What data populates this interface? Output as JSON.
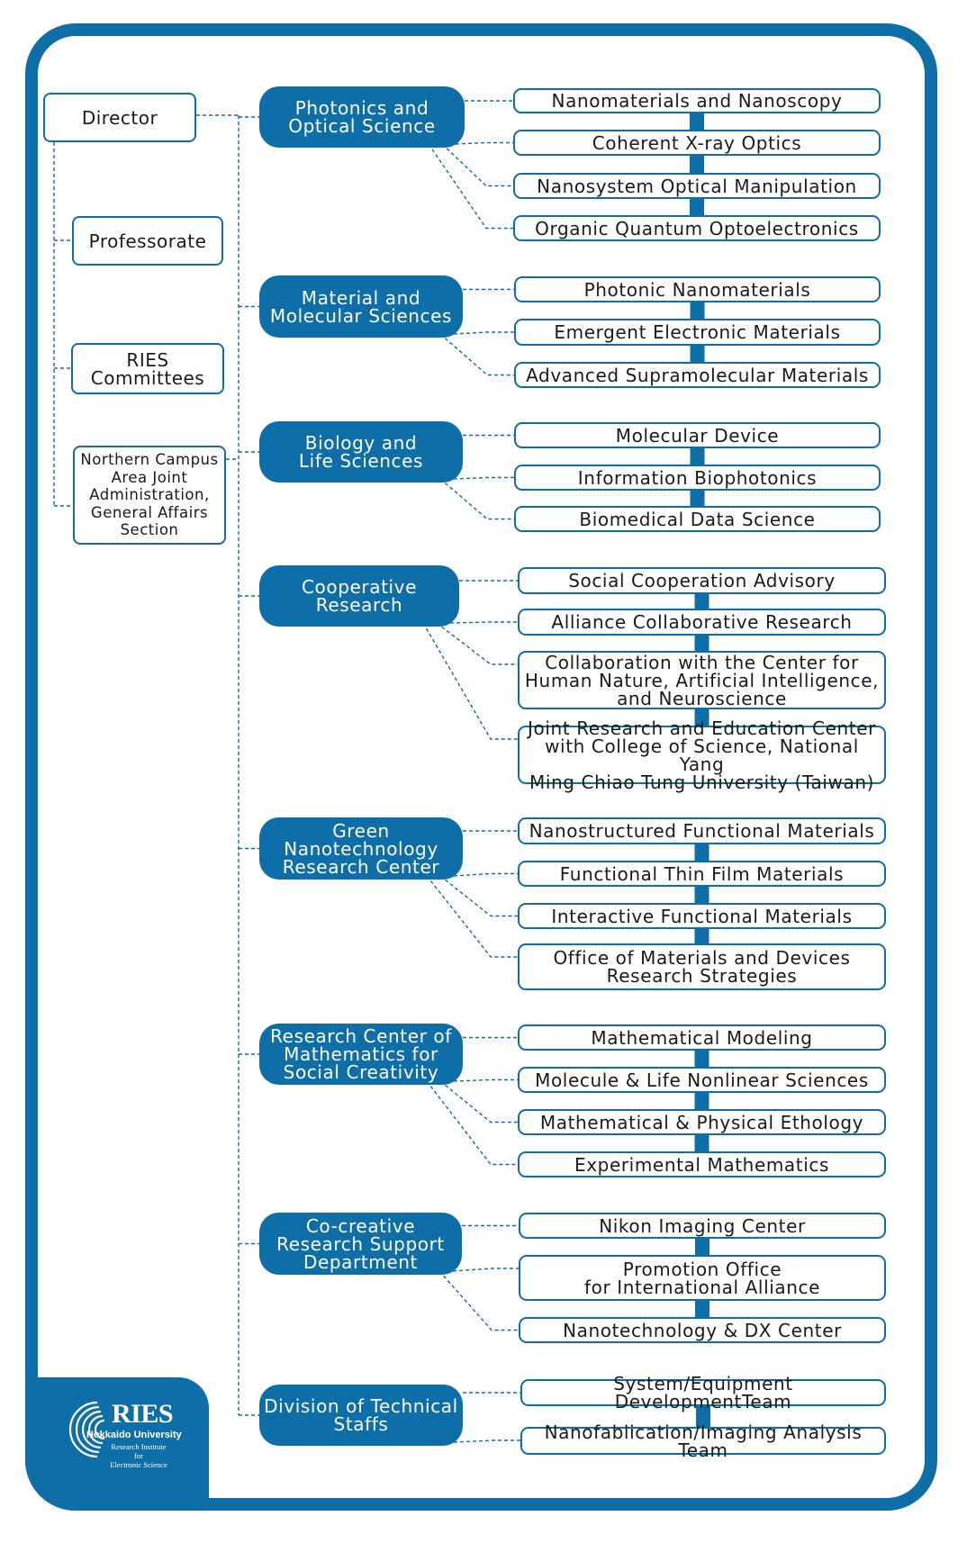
{
  "side_nodes": {
    "director": "Director",
    "professorate": "Professorate",
    "committees": "RIES\nCommittees",
    "admin": "Northern Campus\nArea Joint\nAdministration,\nGeneral Affairs\nSection"
  },
  "departments": [
    {
      "name": "Photonics and\nOptical Science",
      "units": [
        "Nanomaterials and Nanoscopy",
        "Coherent X-ray Optics",
        "Nanosystem Optical Manipulation",
        "Organic Quantum Optoelectronics"
      ]
    },
    {
      "name": "Material and\nMolecular Sciences",
      "units": [
        "Photonic Nanomaterials",
        "Emergent Electronic Materials",
        "Advanced Supramolecular Materials"
      ]
    },
    {
      "name": "Biology and\nLife Sciences",
      "units": [
        "Molecular Device",
        "Information Biophotonics",
        "Biomedical Data Science"
      ]
    },
    {
      "name": "Cooperative\nResearch",
      "units": [
        "Social Cooperation Advisory",
        "Alliance Collaborative Research",
        "Collaboration with the Center for\nHuman Nature, Artificial Intelligence,\nand Neuroscience",
        "Joint Research and Education Center\nwith College of Science, National Yang\nMing Chiao Tung University (Taiwan)"
      ]
    },
    {
      "name": "Green Nanotechnology\nResearch Center",
      "units": [
        "Nanostructured Functional Materials",
        "Functional Thin Film Materials",
        "Interactive Functional Materials",
        "Office of Materials and Devices\nResearch Strategies"
      ]
    },
    {
      "name": "Research Center of\nMathematics for\nSocial Creativity",
      "units": [
        "Mathematical Modeling",
        "Molecule & Life Nonlinear Sciences",
        "Mathematical & Physical Ethology",
        "Experimental Mathematics"
      ]
    },
    {
      "name": "Co-creative\nResearch Support\nDepartment",
      "units": [
        "Nikon Imaging Center",
        "Promotion Office\nfor International Alliance",
        "Nanotechnology & DX Center"
      ]
    },
    {
      "name": "Division of Technical\nStaffs",
      "units": [
        "System/Equipment DevelopmentTeam",
        "Nanofablication/Imaging Analysis Team"
      ]
    }
  ],
  "logo": {
    "title": "RIES",
    "university": "Hokkaido University",
    "subtitle": "Research Institute\nfor\nElectronic Science"
  },
  "colors": {
    "primary": "#0e6ea7",
    "text": "#1a1a1a",
    "background": "#ffffff"
  }
}
